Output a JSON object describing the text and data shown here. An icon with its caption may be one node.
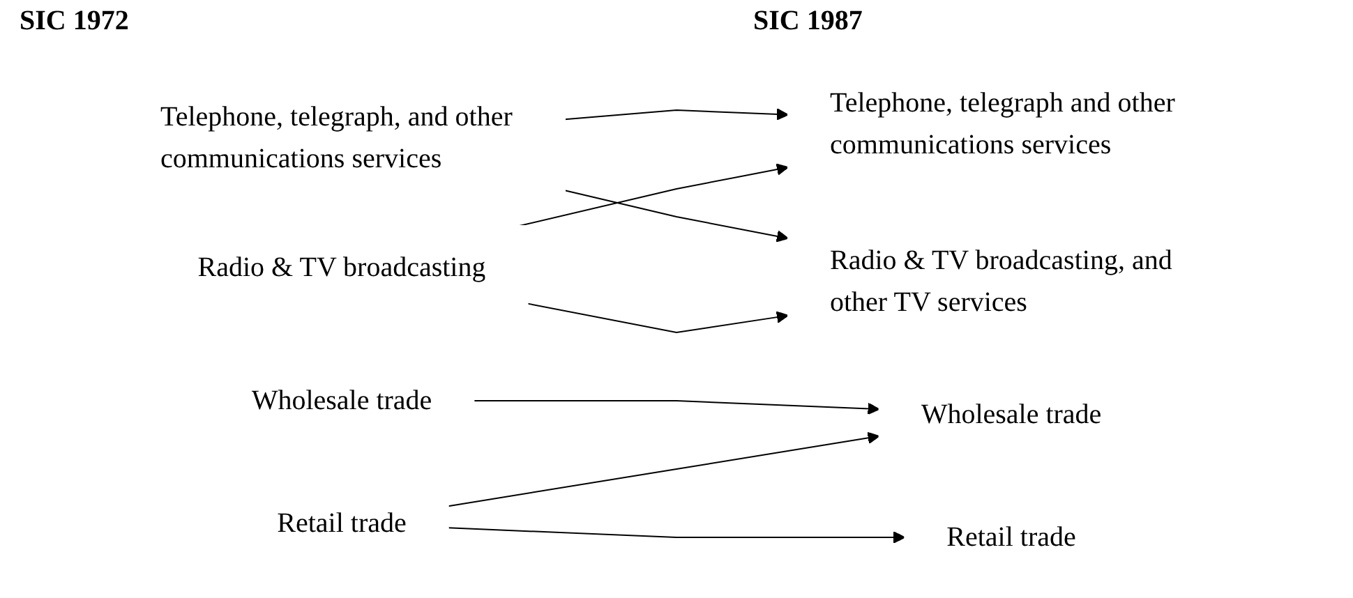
{
  "diagram": {
    "nodes": [
      {
        "text": [
          "Telephone, telegraph, and other communications services"
        ]
      },
      {
        "text": [
          "Radio & TV broadcasting"
        ]
      },
      {
        "text": [
          "Wholesale trade"
        ]
      },
      {
        "text": [
          "Retail trade"
        ]
      },
      {
        "text": [
          "Telephone, telegraph and other communications services"
        ]
      },
      {
        "text": [
          "Radio & TV broadcasting, and other TV services"
        ]
      },
      {
        "text": [
          "Wholesale trade"
        ]
      },
      {
        "text": [
          "Retail trade"
        ]
      }
    ],
    "edges": [
      {
        "from": 0,
        "to": 4,
        "arrow": "to"
      },
      {
        "from": 0,
        "to": 5,
        "arrow": "to"
      },
      {
        "from": 1,
        "to": 4,
        "arrow": "to"
      },
      {
        "from": 1,
        "to": 5,
        "arrow": "to"
      },
      {
        "from": 2,
        "to": 6,
        "arrow": "to"
      },
      {
        "from": 3,
        "to": 6,
        "arrow": "to"
      },
      {
        "from": 3,
        "to": 7,
        "arrow": "to"
      }
    ],
    "labels": [
      "SIC 1972",
      "SIC 1987"
    ]
  }
}
